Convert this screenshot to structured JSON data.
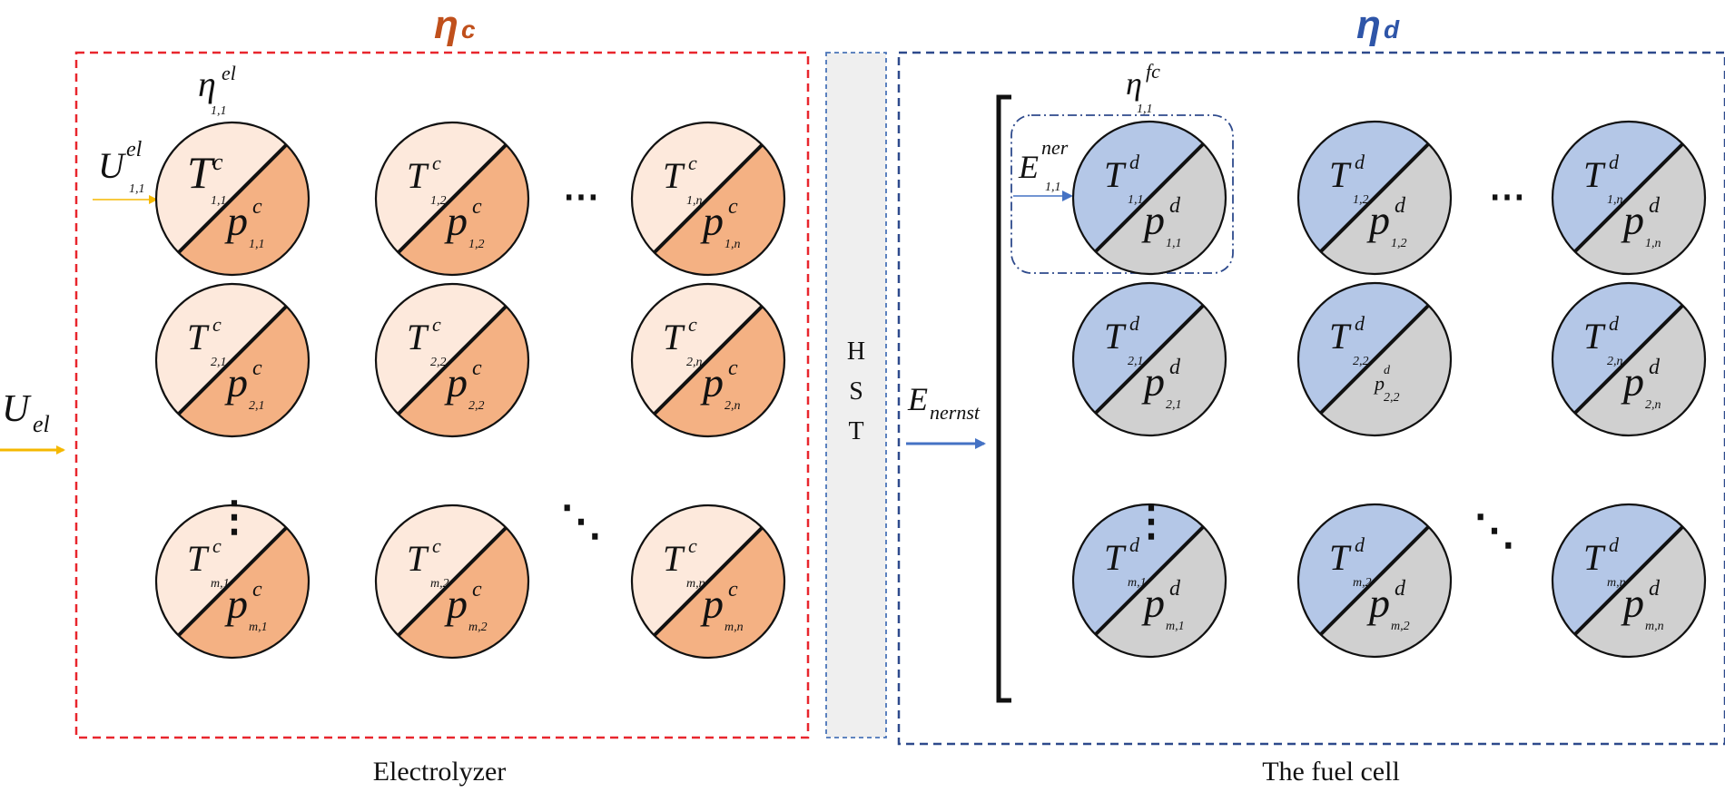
{
  "header": {
    "eta_c": "η",
    "eta_c_sub": "c",
    "eta_d": "η",
    "eta_d_sub": "d"
  },
  "colors": {
    "electrolyzer_border": "#e8262d",
    "fuelcell_border": "#2e4a8c",
    "hst_border": "#4a74b8",
    "hst_fill": "#efefef",
    "eta_c_color": "#c0501c",
    "eta_d_color": "#2e55a8",
    "el_light": "#fde9dc",
    "el_dark": "#f4b183",
    "fc_light": "#b4c7e7",
    "fc_dark": "#d0d0d0",
    "arrow_yellow": "#f5b800",
    "arrow_blue": "#4472c4"
  },
  "electrolyzer": {
    "caption": "Electrolyzer",
    "input_main": "U",
    "input_main_sub": "el",
    "input_cell": "U",
    "input_cell_sup": "el",
    "input_cell_sub": "1,1",
    "eta_label": "η",
    "eta_label_sup": "el",
    "eta_label_sub": "1,1",
    "t_symbol": "T",
    "p_symbol": "p",
    "sup": "c",
    "cells": [
      {
        "t_sub": "1,1",
        "p_sub": "1,1"
      },
      {
        "t_sub": "1,2",
        "p_sub": "1,2"
      },
      {
        "t_sub": "1,n",
        "p_sub": "1,n"
      },
      {
        "t_sub": "2,1",
        "p_sub": "2,1"
      },
      {
        "t_sub": "2,2",
        "p_sub": "2,2"
      },
      {
        "t_sub": "2,n",
        "p_sub": "2,n"
      },
      {
        "t_sub": "m,1",
        "p_sub": "m,1"
      },
      {
        "t_sub": "m,2",
        "p_sub": "m,2"
      },
      {
        "t_sub": "m,n",
        "p_sub": "m,n"
      }
    ],
    "ellipsis_h": "⋯",
    "ellipsis_v": "⋮",
    "ellipsis_d": "⋱"
  },
  "hst": {
    "letters": [
      "H",
      "S",
      "T"
    ]
  },
  "fuel_cell": {
    "caption": "The fuel cell",
    "input_main": "E",
    "input_main_sub": "nernst",
    "input_cell": "E",
    "input_cell_sup": "ner",
    "input_cell_sub": "1,1",
    "eta_label": "η",
    "eta_label_sup": "fc",
    "eta_label_sub": "1,1",
    "t_symbol": "T",
    "p_symbol": "p",
    "sup": "d",
    "cells": [
      {
        "t_sub": "1,1",
        "p_sub": "1,1"
      },
      {
        "t_sub": "1,2",
        "p_sub": "1,2"
      },
      {
        "t_sub": "1,n",
        "p_sub": "1,n"
      },
      {
        "t_sub": "2,1",
        "p_sub": "2,1"
      },
      {
        "t_sub": "2,2",
        "p_sub": "2,2",
        "small_p": true
      },
      {
        "t_sub": "2,n",
        "p_sub": "2,n"
      },
      {
        "t_sub": "m,1",
        "p_sub": "m,1"
      },
      {
        "t_sub": "m,2",
        "p_sub": "m,2"
      },
      {
        "t_sub": "m,n",
        "p_sub": "m,n"
      }
    ],
    "ellipsis_h": "⋯",
    "ellipsis_v": "⋮",
    "ellipsis_d": "⋱"
  }
}
